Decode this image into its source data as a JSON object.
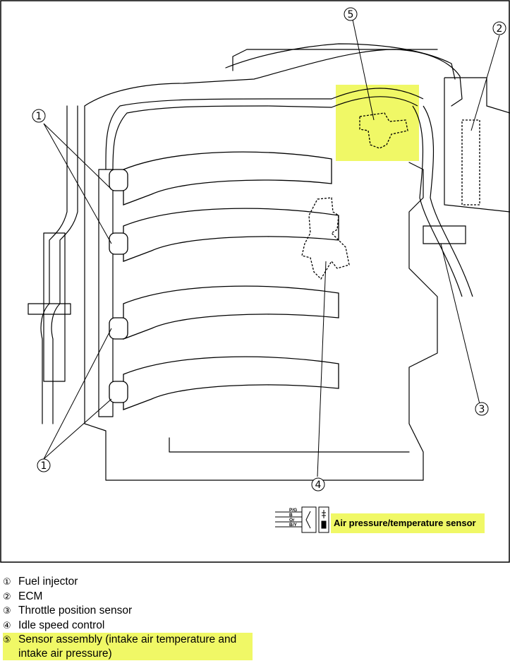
{
  "callouts": {
    "c1a": "①",
    "c1b": "①",
    "c2": "②",
    "c3": "③",
    "c4": "④",
    "c5": "⑤"
  },
  "connector": {
    "wires": [
      "P/G",
      "B",
      "Or",
      "B/Y"
    ],
    "label": "Air pressure/temperature sensor"
  },
  "legend": [
    {
      "num": "①",
      "text": "Fuel injector",
      "highlight": false
    },
    {
      "num": "②",
      "text": "ECM",
      "highlight": false
    },
    {
      "num": "③",
      "text": "Throttle position sensor",
      "highlight": false
    },
    {
      "num": "④",
      "text": "Idle speed control",
      "highlight": false
    },
    {
      "num": "⑤",
      "text": "Sensor assembly (intake air temperature and intake air pressure)",
      "highlight": true
    }
  ],
  "colors": {
    "highlight": "#f0f866",
    "line": "#000000"
  }
}
